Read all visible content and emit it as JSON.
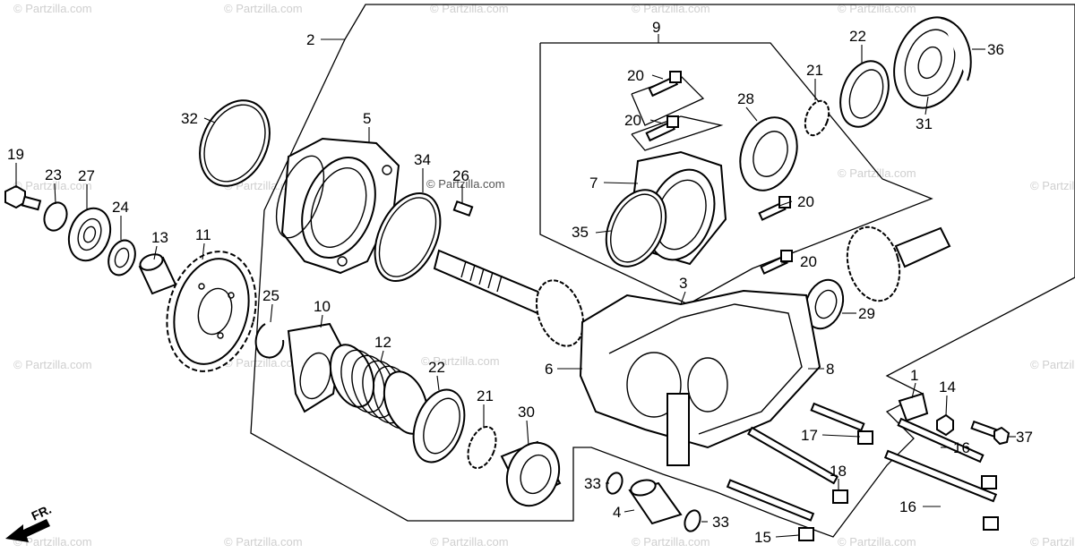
{
  "watermark": "© Partzilla.com",
  "watermark_center": "© Partzilla.com",
  "direction_label": "FR.",
  "callouts": [
    "2",
    "9",
    "20",
    "20",
    "20",
    "20",
    "22",
    "36",
    "21",
    "28",
    "31",
    "32",
    "5",
    "34",
    "26",
    "7",
    "35",
    "19",
    "23",
    "27",
    "24",
    "11",
    "13",
    "3",
    "29",
    "25",
    "10",
    "12",
    "22",
    "21",
    "30",
    "6",
    "8",
    "1",
    "14",
    "37",
    "17",
    "16",
    "18",
    "33",
    "4",
    "33",
    "16",
    "15"
  ],
  "colors": {
    "ink": "#000000",
    "watermark": "#cfcfcf"
  }
}
